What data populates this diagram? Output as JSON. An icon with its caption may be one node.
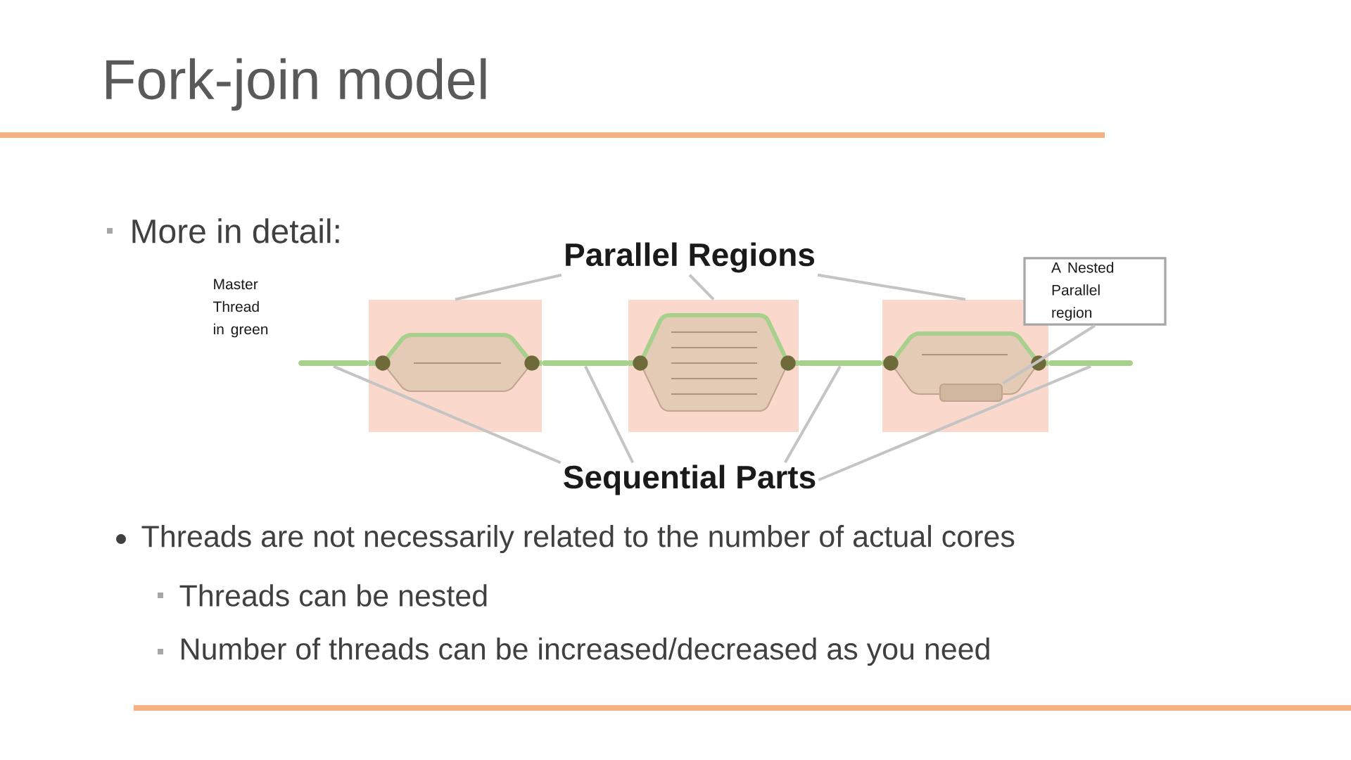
{
  "diagram": {
    "title": "Fork-join model",
    "nodes": [
      {
        "text": [
          "Parallel Regions"
        ]
      },
      {
        "text": [],
        "shape": "box"
      },
      {
        "text": [],
        "shape": "box"
      },
      {
        "text": [],
        "shape": "box"
      },
      {
        "text": [
          "A Nested Parallel region"
        ]
      },
      {
        "text": [],
        "shape": "box",
        "in": 3
      },
      {
        "text": [
          "Sequential Parts"
        ]
      },
      {
        "text": [],
        "shape": "bar"
      },
      {
        "text": [],
        "shape": "bar"
      },
      {
        "text": [],
        "shape": "bar"
      },
      {
        "text": [],
        "shape": "bar"
      }
    ],
    "edges": [
      {
        "from": 0,
        "to": 1,
        "arrow": "none"
      },
      {
        "from": 0,
        "to": 2,
        "arrow": "none"
      },
      {
        "from": 0,
        "to": 3,
        "arrow": "none"
      },
      {
        "from": 4,
        "to": 5,
        "arrow": "none"
      },
      {
        "from": 6,
        "to": 7,
        "arrow": "none"
      },
      {
        "from": 6,
        "to": 8,
        "arrow": "none"
      },
      {
        "from": 6,
        "to": 9,
        "arrow": "none"
      },
      {
        "from": 6,
        "to": 10,
        "arrow": "none"
      }
    ],
    "labels": [
      "More in detail:",
      "Master Thread in green",
      "Threads are not necessarily related to the number of actual cores",
      "Threads can be nested",
      "Number of threads can be increased/decreased as you need"
    ]
  }
}
